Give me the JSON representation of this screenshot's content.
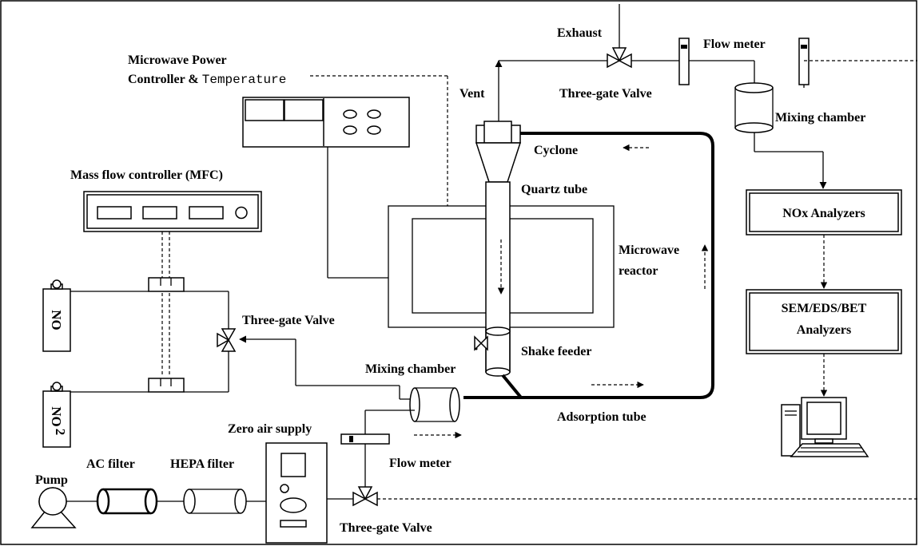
{
  "labels": {
    "exhaust": "Exhaust",
    "flow_meter_top": "Flow meter",
    "mw_controller_line1": "Microwave Power",
    "mw_controller_line2a": "Controller & ",
    "mw_controller_line2b": "Temperature",
    "vent": "Vent",
    "three_gate_top": "Three-gate Valve",
    "mixing_chamber_top": "Mixing chamber",
    "cyclone": "Cyclone",
    "mfc": "Mass flow controller (MFC)",
    "quartz_tube": "Quartz tube",
    "microwave_reactor_line1": "Microwave",
    "microwave_reactor_line2": "reactor",
    "three_gate_mid": "Three-gate Valve",
    "shake_feeder": "Shake feeder",
    "mixing_chamber_mid": "Mixing chamber",
    "adsorption_tube": "Adsorption tube",
    "zero_air_supply": "Zero air supply",
    "flow_meter_bottom": "Flow meter",
    "pump": "Pump",
    "ac_filter": "AC filter",
    "hepa_filter": "HEPA filter",
    "three_gate_bottom": "Three-gate Valve",
    "cyl_no": "NO",
    "cyl_no2": "NO",
    "cyl_no2_sub": "2"
  },
  "boxes": {
    "nox_analyzers": "NOx Analyzers",
    "sem_line1": "SEM/EDS/BET",
    "sem_line2": "Analyzers"
  }
}
